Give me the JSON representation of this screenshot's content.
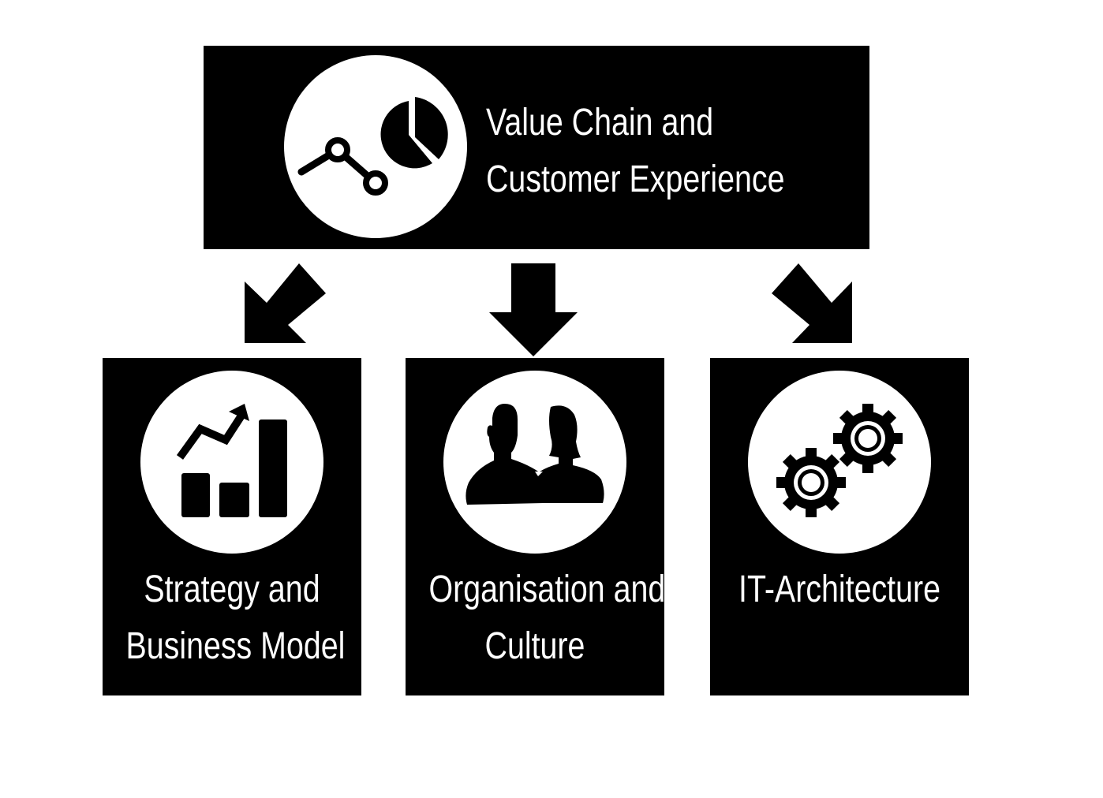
{
  "top": {
    "title_line1": "Value Chain and",
    "title_line2": "Customer Experience",
    "icon": "line-and-pie-chart-icon"
  },
  "boxes": [
    {
      "title_line1": "Strategy and",
      "title_line2": "Business Model",
      "icon": "growth-bar-chart-icon"
    },
    {
      "title_line1": "Organisation and",
      "title_line2": "Culture",
      "icon": "people-icon"
    },
    {
      "title_line1": "IT-Architecture",
      "title_line2": "",
      "icon": "gears-icon"
    }
  ],
  "colors": {
    "box": "#000000",
    "circle": "#ffffff",
    "text": "#ffffff",
    "background": "#ffffff"
  }
}
